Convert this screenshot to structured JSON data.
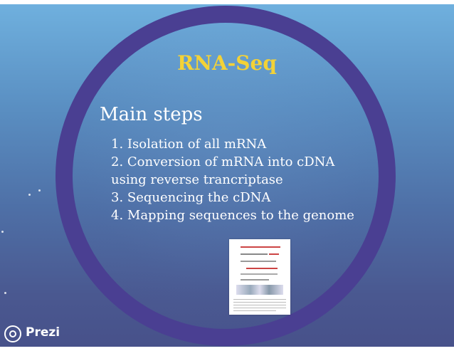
{
  "slide": {
    "title": "RNA-Seq",
    "subtitle": "Main steps",
    "steps": [
      "1. Isolation of all mRNA",
      "2. Conversion of mRNA into cDNA",
      "using reverse trancriptase",
      "3. Sequencing the cDNA",
      "4. Mapping sequences to the genome"
    ]
  },
  "branding": {
    "logo_text": "Prezi"
  },
  "colors": {
    "title": "#f3d237",
    "ring": "#4a3f92",
    "text": "#ffffff"
  }
}
